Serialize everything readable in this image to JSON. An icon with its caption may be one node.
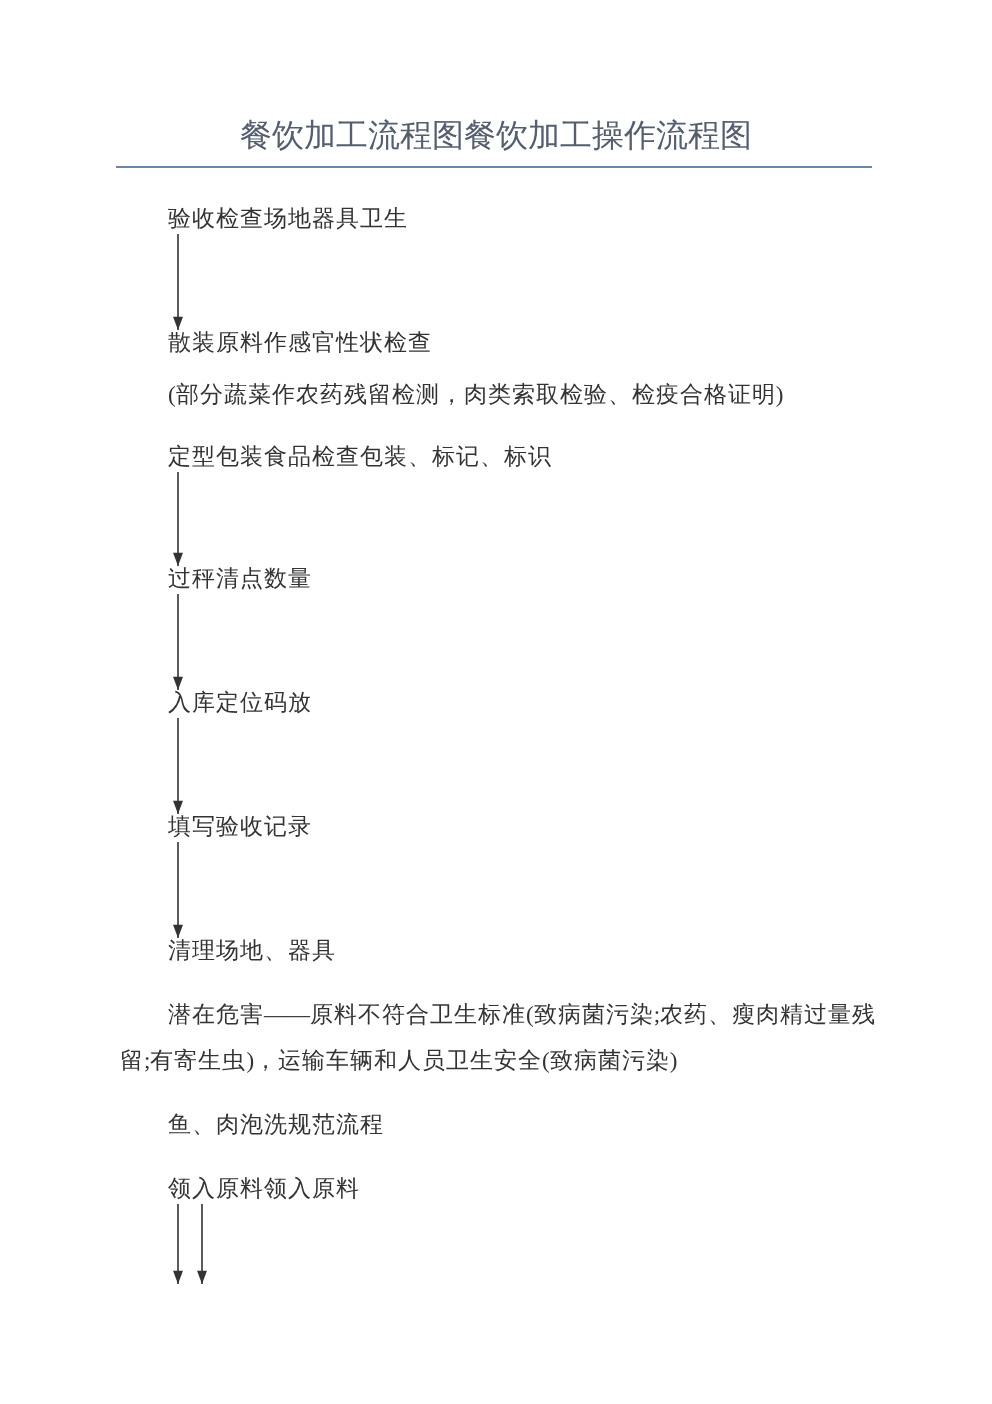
{
  "diagram": {
    "title": "餐饮加工流程图餐饮加工操作流程图",
    "nodes": [
      {
        "text": [
          "验收检查场地器具卫生"
        ]
      },
      {
        "text": [
          "散装原料作感官性状检查"
        ]
      },
      {
        "text": [
          "定型包装食品检查包装、标记、标识"
        ]
      },
      {
        "text": [
          "过秤清点数量"
        ]
      },
      {
        "text": [
          "入库定位码放"
        ]
      },
      {
        "text": [
          "填写验收记录"
        ]
      },
      {
        "text": [
          "清理场地、器具"
        ]
      },
      {
        "text": [
          "领入原料领入原料"
        ]
      }
    ],
    "edges": [
      {
        "from": 0,
        "to": 1,
        "arrow": "to"
      },
      {
        "from": 2,
        "to": 3,
        "arrow": "to"
      },
      {
        "from": 3,
        "to": 4,
        "arrow": "to"
      },
      {
        "from": 4,
        "to": 5,
        "arrow": "to"
      },
      {
        "from": 5,
        "to": 6,
        "arrow": "to"
      },
      {
        "from": 7,
        "to": null,
        "arrow": "to"
      },
      {
        "from": 7,
        "to": null,
        "arrow": "to"
      }
    ],
    "labels": [
      "(部分蔬菜作农药残留检测，肉类索取检验、检疫合格证明)",
      "潜在危害——原料不符合卫生标准(致病菌污染;农药、瘦肉精过量残留;有寄生虫)，运输车辆和人员卫生安全(致病菌污染)",
      "鱼、肉泡洗规范流程"
    ]
  }
}
